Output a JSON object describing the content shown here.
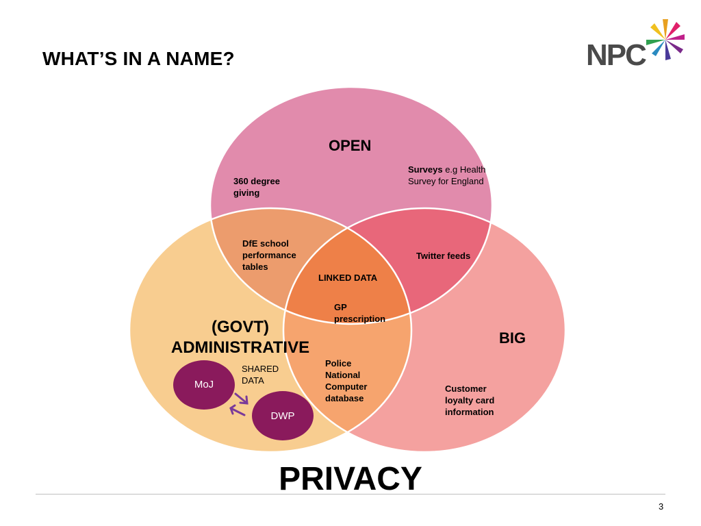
{
  "slide": {
    "title": "WHAT’S IN A NAME?",
    "page_number": "3",
    "footer_title": "PRIVACY"
  },
  "logo": {
    "text": "NPC"
  },
  "venn": {
    "open_label": "OPEN",
    "big_label": "BIG",
    "govt_label_line1": "(GOVT)",
    "govt_label_line2": "ADMINISTRATIVE",
    "center_label": "LINKED DATA",
    "colors": {
      "open": "#e18bac",
      "big": "#f4a19f",
      "govt": "#f8cd90",
      "open_big": "#e8677a",
      "open_govt": "#ec9c6d",
      "center": "#ee8048",
      "govt_big": "#f6a46e",
      "pill": "#8a1a5c"
    },
    "items": {
      "giving": "360 degree giving",
      "surveys_bold": "Surveys",
      "surveys_rest": " e.g Health Survey for England",
      "dfe": "DfE school performance tables",
      "twitter": "Twitter feeds",
      "gp": "GP prescription",
      "police": "Police National Computer database",
      "customer": "Customer loyalty card information",
      "shared": "SHARED DATA",
      "moj": "MoJ",
      "dwp": "DWP"
    }
  }
}
